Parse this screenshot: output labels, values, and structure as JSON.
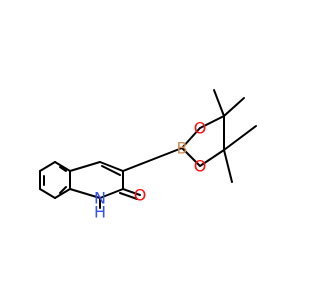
{
  "colors": {
    "bond": "#000000",
    "oxygen": "#ff0d0d",
    "nitrogen": "#3050f8",
    "boron": "#d18c52",
    "background": "#ffffff"
  },
  "atoms": [
    {
      "id": "B1",
      "symbol": "B"
    },
    {
      "id": "O1",
      "symbol": "O"
    },
    {
      "id": "O2",
      "symbol": "O"
    },
    {
      "id": "O3",
      "symbol": "O"
    },
    {
      "id": "H1",
      "symbol": "H"
    },
    {
      "id": "N1",
      "symbol": "N"
    }
  ]
}
